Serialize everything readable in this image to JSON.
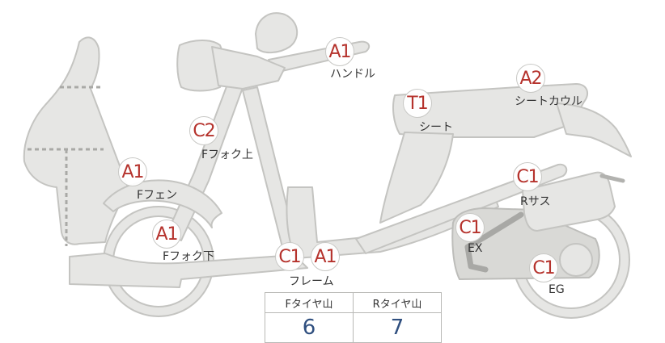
{
  "parts": [
    {
      "id": "handle",
      "grade": "A1",
      "label": "ハンドル"
    },
    {
      "id": "seat-cowl",
      "grade": "A2",
      "label": "シートカウル"
    },
    {
      "id": "seat",
      "grade": "T1",
      "label": "シート"
    },
    {
      "id": "fork-upper",
      "grade": "C2",
      "label": "Fフォク上"
    },
    {
      "id": "front-fender",
      "grade": "A1",
      "label": "Fフェン"
    },
    {
      "id": "rear-suspension",
      "grade": "C1",
      "label": "Rサス"
    },
    {
      "id": "exhaust",
      "grade": "C1",
      "label": "EX"
    },
    {
      "id": "fork-lower",
      "grade": "A1",
      "label": "Fフォク下"
    },
    {
      "id": "frame",
      "grade": "C1A1",
      "grade_a": "C1",
      "grade_b": "A1",
      "label": "フレーム"
    },
    {
      "id": "engine",
      "grade": "C1",
      "label": "EG"
    }
  ],
  "tire_tread": {
    "front_label": "Fタイヤ山",
    "rear_label": "Rタイヤ山",
    "front_value": "6",
    "rear_value": "7"
  },
  "colors": {
    "grade_text": "#b5322c",
    "tread_value": "#2f4f7f",
    "part_fill": "#e6e6e4",
    "part_stroke": "#c4c4c1"
  }
}
